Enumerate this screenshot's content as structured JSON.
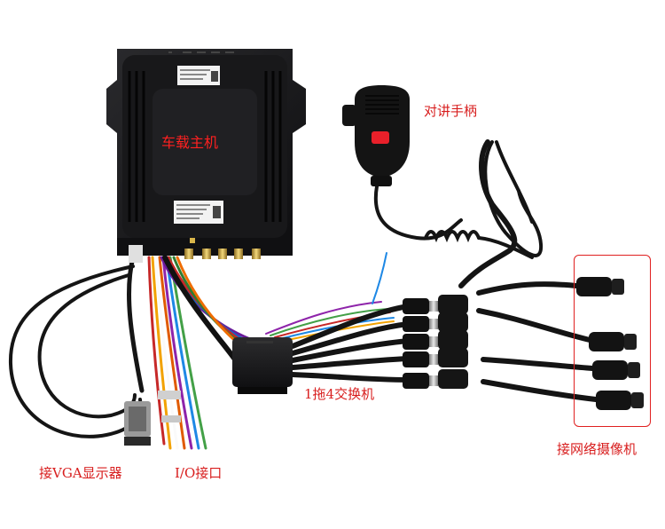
{
  "labels": {
    "main_unit": "车载主机",
    "intercom": "对讲手柄",
    "switch": "1拖4交换机",
    "cameras": "接网络摄像机",
    "vga": "接VGA显示器",
    "io": "I/O接口"
  },
  "colors": {
    "label_red": "#d81e1e",
    "label_dark": "#222222",
    "device": "#1b1b1d",
    "callout": "#e02020",
    "mic_button": "#e8202a"
  }
}
